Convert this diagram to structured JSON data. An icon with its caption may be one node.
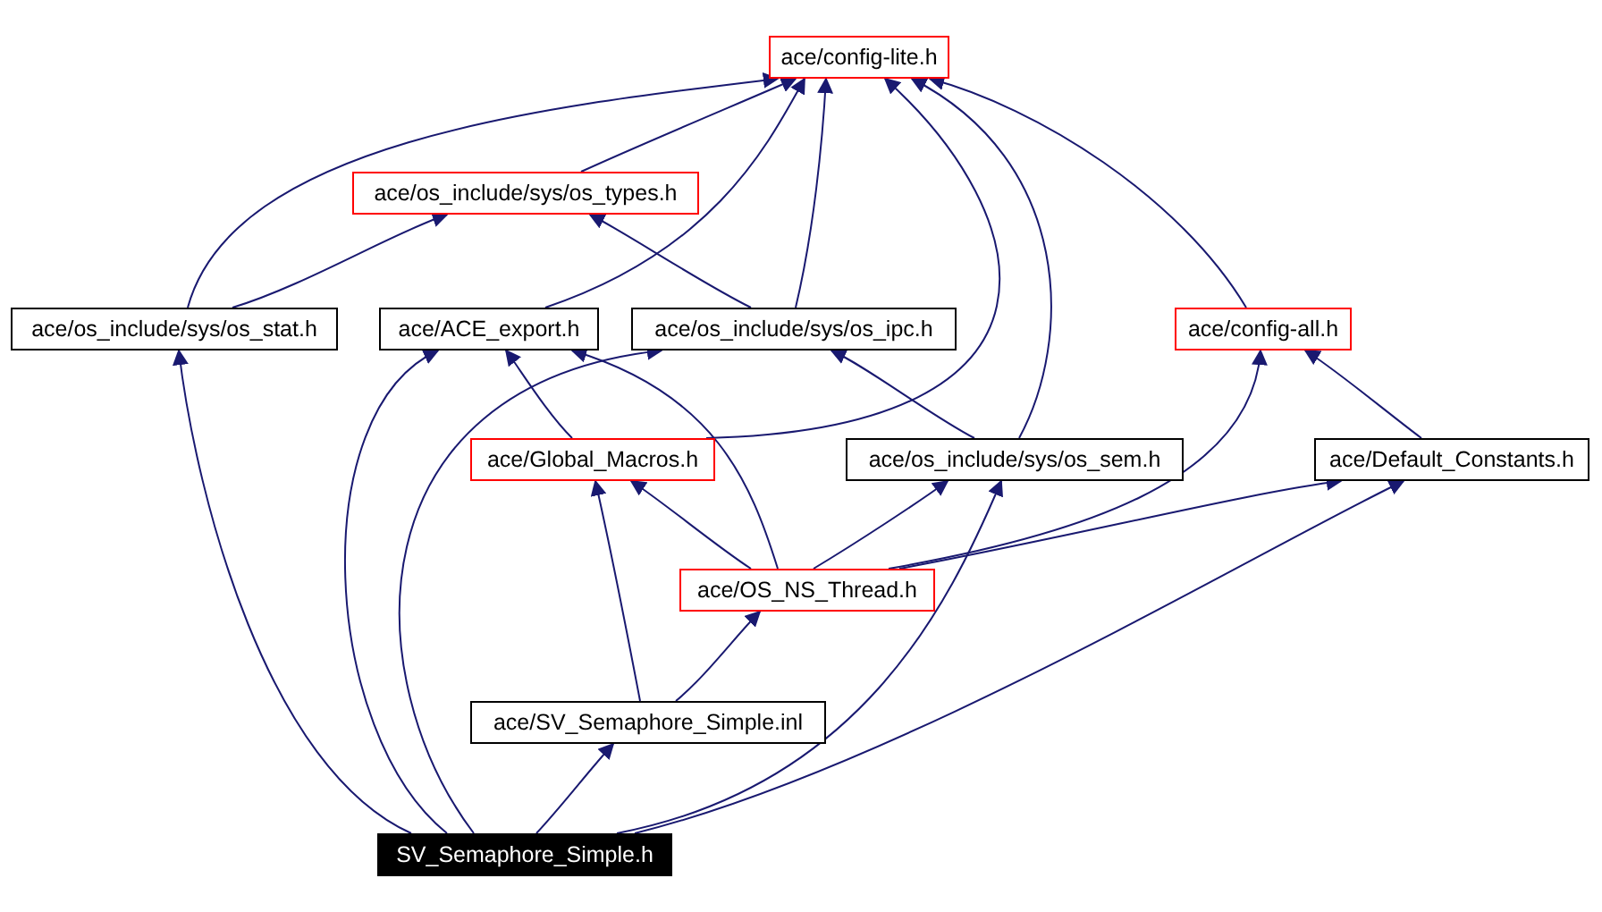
{
  "diagram": {
    "nodes": [
      {
        "text": [
          "ace/config-lite.h"
        ]
      },
      {
        "text": [
          "ace/os_include/sys/os_types.h"
        ]
      },
      {
        "text": [
          "ace/os_include/sys/os_stat.h"
        ]
      },
      {
        "text": [
          "ace/ACE_export.h"
        ]
      },
      {
        "text": [
          "ace/os_include/sys/os_ipc.h"
        ]
      },
      {
        "text": [
          "ace/config-all.h"
        ]
      },
      {
        "text": [
          "ace/Global_Macros.h"
        ]
      },
      {
        "text": [
          "ace/os_include/sys/os_sem.h"
        ]
      },
      {
        "text": [
          "ace/Default_Constants.h"
        ]
      },
      {
        "text": [
          "ace/OS_NS_Thread.h"
        ]
      },
      {
        "text": [
          "ace/SV_Semaphore_Simple.inl"
        ]
      },
      {
        "text": [
          "SV_Semaphore_Simple.h"
        ]
      }
    ],
    "edges": [
      {
        "from": 1,
        "to": 0,
        "arrow": "to"
      },
      {
        "from": 2,
        "to": 0,
        "arrow": "to"
      },
      {
        "from": 2,
        "to": 1,
        "arrow": "to"
      },
      {
        "from": 3,
        "to": 0,
        "arrow": "to"
      },
      {
        "from": 4,
        "to": 0,
        "arrow": "to"
      },
      {
        "from": 4,
        "to": 1,
        "arrow": "to"
      },
      {
        "from": 5,
        "to": 0,
        "arrow": "to"
      },
      {
        "from": 6,
        "to": 0,
        "arrow": "to"
      },
      {
        "from": 6,
        "to": 3,
        "arrow": "to"
      },
      {
        "from": 7,
        "to": 0,
        "arrow": "to"
      },
      {
        "from": 7,
        "to": 4,
        "arrow": "to"
      },
      {
        "from": 8,
        "to": 5,
        "arrow": "to"
      },
      {
        "from": 9,
        "to": 6,
        "arrow": "to"
      },
      {
        "from": 9,
        "to": 3,
        "arrow": "to"
      },
      {
        "from": 9,
        "to": 7,
        "arrow": "to"
      },
      {
        "from": 9,
        "to": 5,
        "arrow": "to"
      },
      {
        "from": 9,
        "to": 8,
        "arrow": "to"
      },
      {
        "from": 10,
        "to": 6,
        "arrow": "to"
      },
      {
        "from": 10,
        "to": 9,
        "arrow": "to"
      },
      {
        "from": 11,
        "to": 2,
        "arrow": "to"
      },
      {
        "from": 11,
        "to": 3,
        "arrow": "to"
      },
      {
        "from": 11,
        "to": 4,
        "arrow": "to"
      },
      {
        "from": 11,
        "to": 10,
        "arrow": "to"
      },
      {
        "from": 11,
        "to": 7,
        "arrow": "to"
      },
      {
        "from": 11,
        "to": 8,
        "arrow": "to"
      }
    ]
  }
}
